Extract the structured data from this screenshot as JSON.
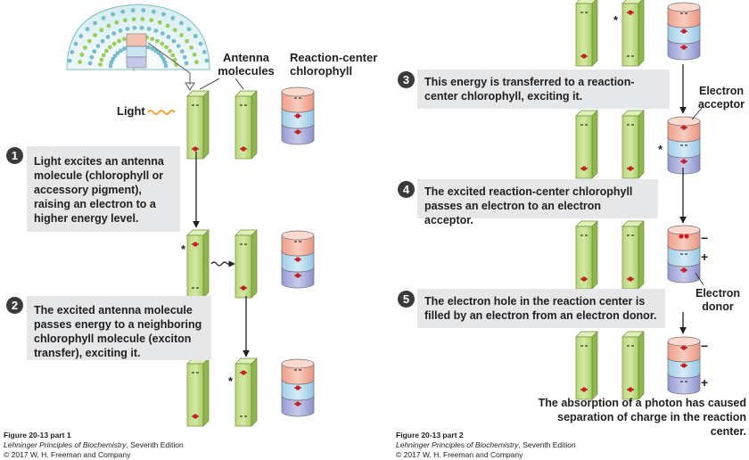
{
  "labels": {
    "antenna": "Antenna molecules",
    "rc_chlorophyll": "Reaction-center chlorophyll",
    "light": "Light",
    "electron_acceptor": "Electron acceptor",
    "electron_donor": "Electron donor",
    "minus": "−",
    "plus": "+",
    "star": "*"
  },
  "steps": [
    {
      "num": "1",
      "text": "Light excites an antenna molecule (chlorophyll or accessory pigment), raising an electron to a higher energy level."
    },
    {
      "num": "2",
      "text": "The excited antenna molecule passes energy to a neighboring chlorophyll molecule (exciton transfer), exciting it."
    },
    {
      "num": "3",
      "text": "This energy is transferred to a reaction-center chlorophyll, exciting it."
    },
    {
      "num": "4",
      "text": "The excited reaction-center chlorophyll passes an electron to an electron acceptor."
    },
    {
      "num": "5",
      "text": "The electron hole in the reaction center is filled by an electron from an electron donor."
    }
  ],
  "conclusion": "The absorption of a photon has caused separation of charge in the reaction center.",
  "captions": {
    "left": {
      "fig": "Figure 20-13 part 1",
      "book": "Lehninger Principles of Biochemistry",
      "edition": ", Seventh Edition",
      "copyright": "© 2017 W. H. Freeman and Company"
    },
    "right": {
      "fig": "Figure 20-13 part 2",
      "book": "Lehninger Principles of Biochemistry",
      "edition": ", Seventh Edition",
      "copyright": "© 2017 W. H. Freeman and Company"
    }
  },
  "colors": {
    "antenna_green": "#c7e08e",
    "antenna_dark": "#8fb54e",
    "rc_red": "#f4b8a5",
    "rc_blue": "#b9dcef",
    "rc_purple": "#aeb3dd",
    "electron": "#d7191f",
    "text_box": "#e6e7e8"
  }
}
